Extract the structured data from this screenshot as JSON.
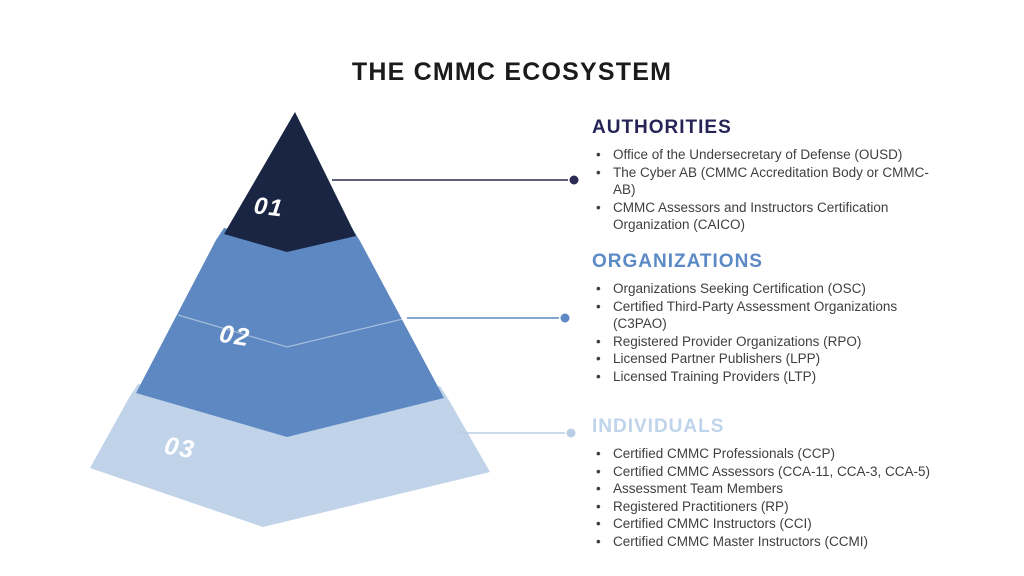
{
  "title": "THE CMMC ECOSYSTEM",
  "background_color": "#ffffff",
  "text_color": "#3f3f3f",
  "pyramid": {
    "number_color": "#ffffff",
    "levels": [
      {
        "number": "01",
        "color": "#1a2544"
      },
      {
        "number": "02",
        "color": "#5e88c1"
      },
      {
        "number": "03",
        "color": "#c0d3e9"
      }
    ]
  },
  "connectors": [
    {
      "color": "#2b2a55"
    },
    {
      "color": "#5e88c1"
    },
    {
      "color": "#b9cee6"
    }
  ],
  "sections": [
    {
      "heading": "AUTHORITIES",
      "color": "#262457",
      "items": [
        "Office of the Undersecretary of Defense (OUSD)",
        "The Cyber AB (CMMC Accreditation Body or CMMC-AB)",
        "CMMC Assessors and Instructors Certification Organization (CAICO)"
      ]
    },
    {
      "heading": "ORGANIZATIONS",
      "color": "#5b8ac5",
      "items": [
        "Organizations Seeking Certification (OSC)",
        "Certified Third-Party Assessment Organizations (C3PAO)",
        "Registered Provider Organizations (RPO)",
        "Licensed Partner Publishers (LPP)",
        "Licensed Training Providers (LTP)"
      ]
    },
    {
      "heading": "INDIVIDUALS",
      "color": "#bfd4ea",
      "items": [
        "Certified CMMC Professionals (CCP)",
        "Certified CMMC Assessors (CCA-11, CCA-3, CCA-5)",
        "Assessment Team Members",
        "Registered Practitioners (RP)",
        "Certified CMMC Instructors (CCI)",
        "Certified CMMC Master Instructors (CCMI)"
      ]
    }
  ]
}
